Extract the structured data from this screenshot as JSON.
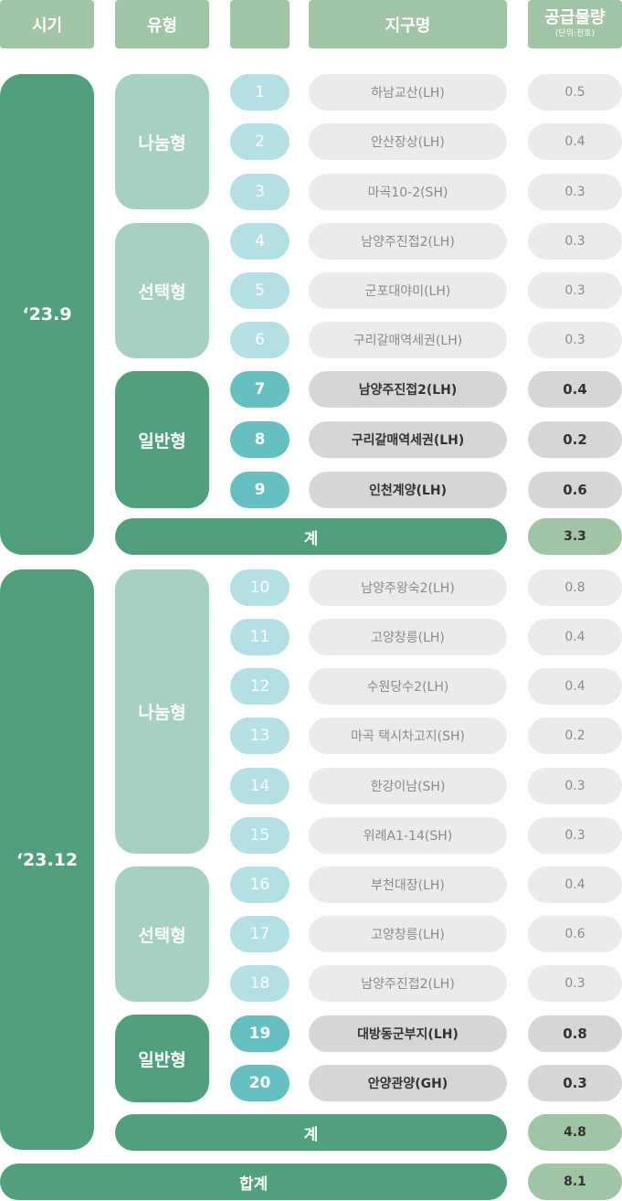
{
  "headers": {
    "period": "시기",
    "type": "유형",
    "number": "",
    "district": "지구명",
    "supply": "공급물량",
    "supply_unit": "(단위:천호)"
  },
  "periods": [
    {
      "label": "‘23.9",
      "groups": [
        {
          "type": "나눔형",
          "rows": [
            {
              "no": "1",
              "name": "하남교산(LH)",
              "amount": "0.5"
            },
            {
              "no": "2",
              "name": "안산장상(LH)",
              "amount": "0.4"
            },
            {
              "no": "3",
              "name": "마곡10-2(SH)",
              "amount": "0.3"
            }
          ]
        },
        {
          "type": "선택형",
          "rows": [
            {
              "no": "4",
              "name": "남양주진접2(LH)",
              "amount": "0.3"
            },
            {
              "no": "5",
              "name": "군포대야미(LH)",
              "amount": "0.3"
            },
            {
              "no": "6",
              "name": "구리갈매역세권(LH)",
              "amount": "0.3"
            }
          ]
        },
        {
          "type": "일반형",
          "rows": [
            {
              "no": "7",
              "name": "남양주진접2(LH)",
              "amount": "0.4"
            },
            {
              "no": "8",
              "name": "구리갈매역세권(LH)",
              "amount": "0.2"
            },
            {
              "no": "9",
              "name": "인천계양(LH)",
              "amount": "0.6"
            }
          ]
        }
      ],
      "subtotal_label": "계",
      "subtotal": "3.3"
    },
    {
      "label": "‘23.12",
      "groups": [
        {
          "type": "나눔형",
          "rows": [
            {
              "no": "10",
              "name": "남양주왕숙2(LH)",
              "amount": "0.8"
            },
            {
              "no": "11",
              "name": "고양창릉(LH)",
              "amount": "0.4"
            },
            {
              "no": "12",
              "name": "수원당수2(LH)",
              "amount": "0.4"
            },
            {
              "no": "13",
              "name": "마곡 택시차고지(SH)",
              "amount": "0.2"
            },
            {
              "no": "14",
              "name": "한강이남(SH)",
              "amount": "0.3"
            },
            {
              "no": "15",
              "name": "위례A1-14(SH)",
              "amount": "0.3"
            }
          ]
        },
        {
          "type": "선택형",
          "rows": [
            {
              "no": "16",
              "name": "부천대장(LH)",
              "amount": "0.4"
            },
            {
              "no": "17",
              "name": "고양창릉(LH)",
              "amount": "0.6"
            },
            {
              "no": "18",
              "name": "남양주진접2(LH)",
              "amount": "0.3"
            }
          ]
        },
        {
          "type": "일반형",
          "rows": [
            {
              "no": "19",
              "name": "대방동군부지(LH)",
              "amount": "0.8"
            },
            {
              "no": "20",
              "name": "안양관양(GH)",
              "amount": "0.3"
            }
          ]
        }
      ],
      "subtotal_label": "계",
      "subtotal": "4.8"
    }
  ],
  "total_label": "합계",
  "total": "8.1"
}
